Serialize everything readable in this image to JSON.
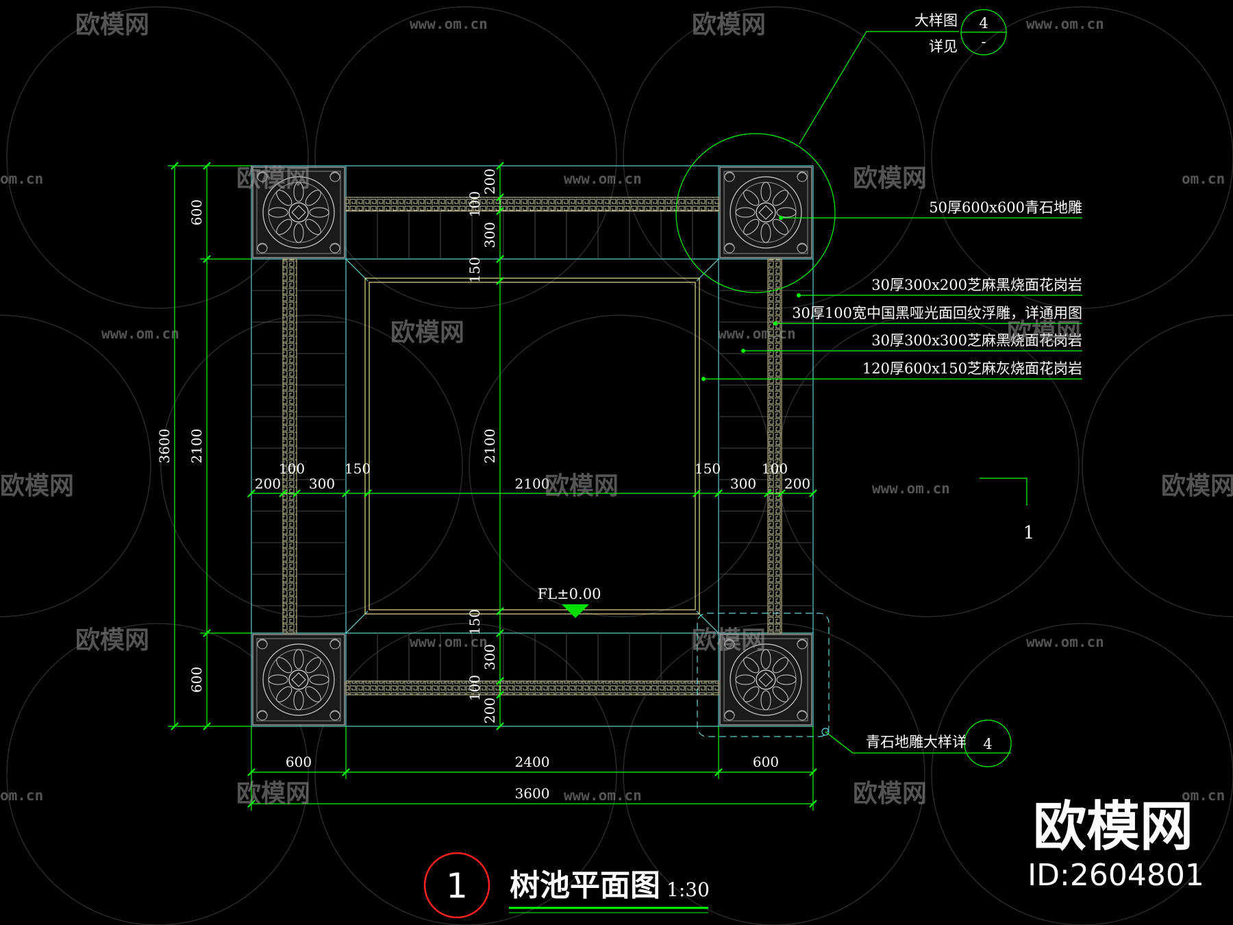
{
  "title": {
    "number": "1",
    "text": "树池平面图",
    "scale": "1:30"
  },
  "dimensions": {
    "left_total": "3600",
    "left_top": "600",
    "left_mid": "2100",
    "left_bottom": "600",
    "bottom_left": "600",
    "bottom_mid": "2400",
    "bottom_right": "600",
    "bottom_total": "3600",
    "center_vertical": "2100",
    "top_200": "200",
    "top_100": "100",
    "top_300": "300",
    "top_150": "150",
    "bottom_150": "150",
    "bottom_300": "300",
    "bottom_100": "100",
    "bottom_200": "200",
    "row_left_200": "200",
    "row_left_100": "100",
    "row_left_300": "300",
    "row_left_150": "150",
    "row_center": "2100",
    "row_right_150": "150",
    "row_right_300": "300",
    "row_right_100": "100",
    "row_right_200": "200"
  },
  "annotations": [
    "50厚600x600青石地雕",
    "30厚300x200芝麻黑烧面花岗岩",
    "30厚100宽中国黑哑光面回纹浮雕，详通用图",
    "30厚300x300芝麻黑烧面花岗岩",
    "120厚600x150芝麻灰烧面花岗岩"
  ],
  "detail_callout_top": {
    "label_top": "大样图",
    "label_bottom": "详见",
    "number": "4",
    "sheet": "-"
  },
  "detail_callout_bottom": {
    "label": "青石地雕大样详",
    "number": "4"
  },
  "elevation": "FL±0.00",
  "section_mark": "1",
  "watermark": {
    "brand": "欧模网",
    "url": "www.om.cn",
    "url_partial": "om.cn",
    "id": "ID:2604801"
  },
  "colors": {
    "background": "#000000",
    "dimension": "#00ff00",
    "outline": "#5fd3d3",
    "border_yellow": "#e6e08a",
    "text": "#ffffff",
    "title_circle": "#ff2020"
  }
}
